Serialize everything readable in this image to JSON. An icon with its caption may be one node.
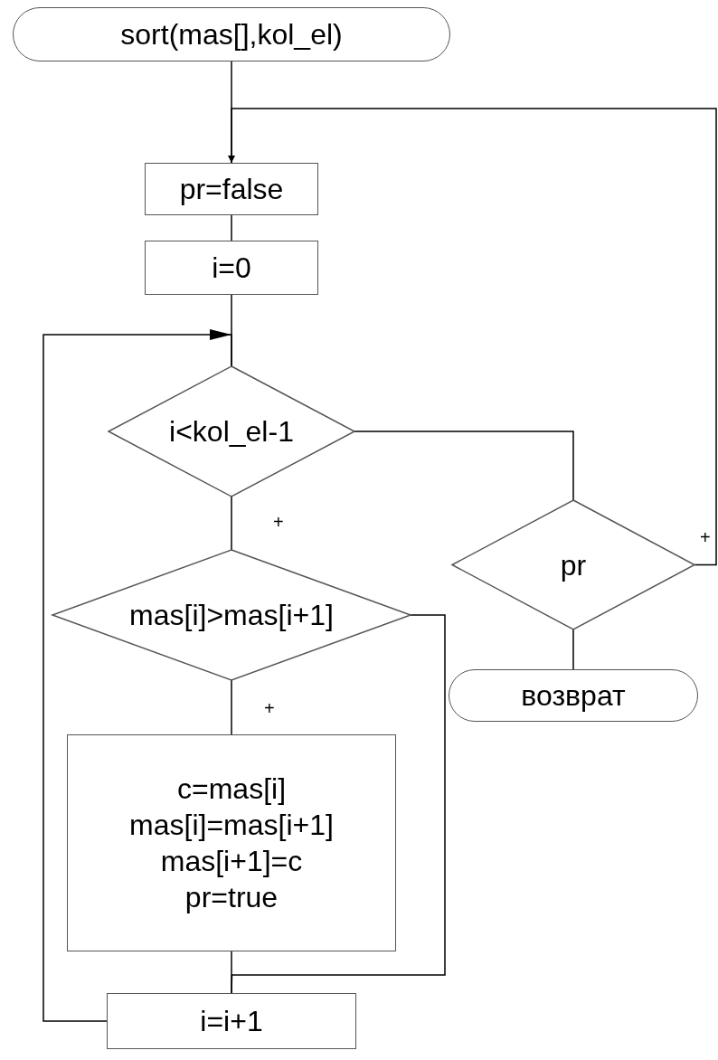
{
  "diagram": {
    "nodes": [
      {
        "text": [
          "sort(mas[],kol_el)"
        ]
      },
      {
        "text": [
          "pr=false"
        ]
      },
      {
        "text": [
          "i=0"
        ]
      },
      {
        "text": [
          "i<kol_el-1"
        ]
      },
      {
        "text": [
          "mas[i]>mas[i+1]"
        ]
      },
      {
        "text": [
          "pr"
        ]
      },
      {
        "text": [
          "c=mas[i] mas[i]=mas[i+1] mas[i+1]=c pr=true"
        ]
      },
      {
        "text": [
          "возврат"
        ]
      },
      {
        "text": [
          "i=i+1"
        ]
      }
    ],
    "edges": [
      {
        "from": 0,
        "to": 1,
        "arrow": "none"
      },
      {
        "from": 1,
        "to": 2,
        "arrow": "none"
      },
      {
        "from": 2,
        "to": 3,
        "arrow": "none"
      },
      {
        "from": 3,
        "to": 4,
        "arrow": "none",
        "label": "+"
      },
      {
        "from": 4,
        "to": 6,
        "arrow": "none",
        "label": "+"
      },
      {
        "from": 6,
        "to": 8,
        "arrow": "none"
      },
      {
        "from": 4,
        "to": 8,
        "arrow": "none"
      },
      {
        "from": 8,
        "to": 3,
        "arrow": "to"
      },
      {
        "from": 3,
        "to": 5,
        "arrow": "none"
      },
      {
        "from": 5,
        "to": 7,
        "arrow": "none"
      },
      {
        "from": 5,
        "to": 1,
        "arrow": "to",
        "label": "+"
      }
    ]
  }
}
